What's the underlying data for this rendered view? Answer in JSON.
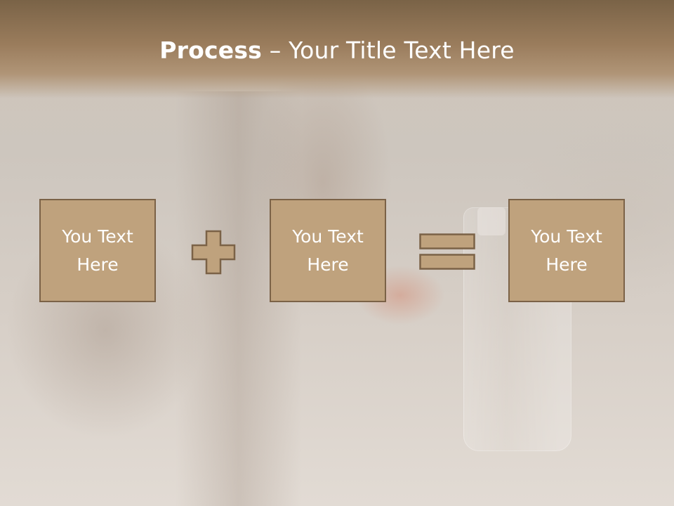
{
  "slide": {
    "title_bold": "Process",
    "title_rest": " – Your Title Text Here",
    "boxes": [
      {
        "text": "You Text\nHere"
      },
      {
        "text": "You Text\nHere"
      },
      {
        "text": "You Text\nHere"
      }
    ],
    "operators": [
      "plus-icon",
      "equals-icon"
    ]
  },
  "colors": {
    "box_fill": "#bfa27d",
    "box_border": "#7b6247",
    "title_bar": "#8e7355"
  }
}
